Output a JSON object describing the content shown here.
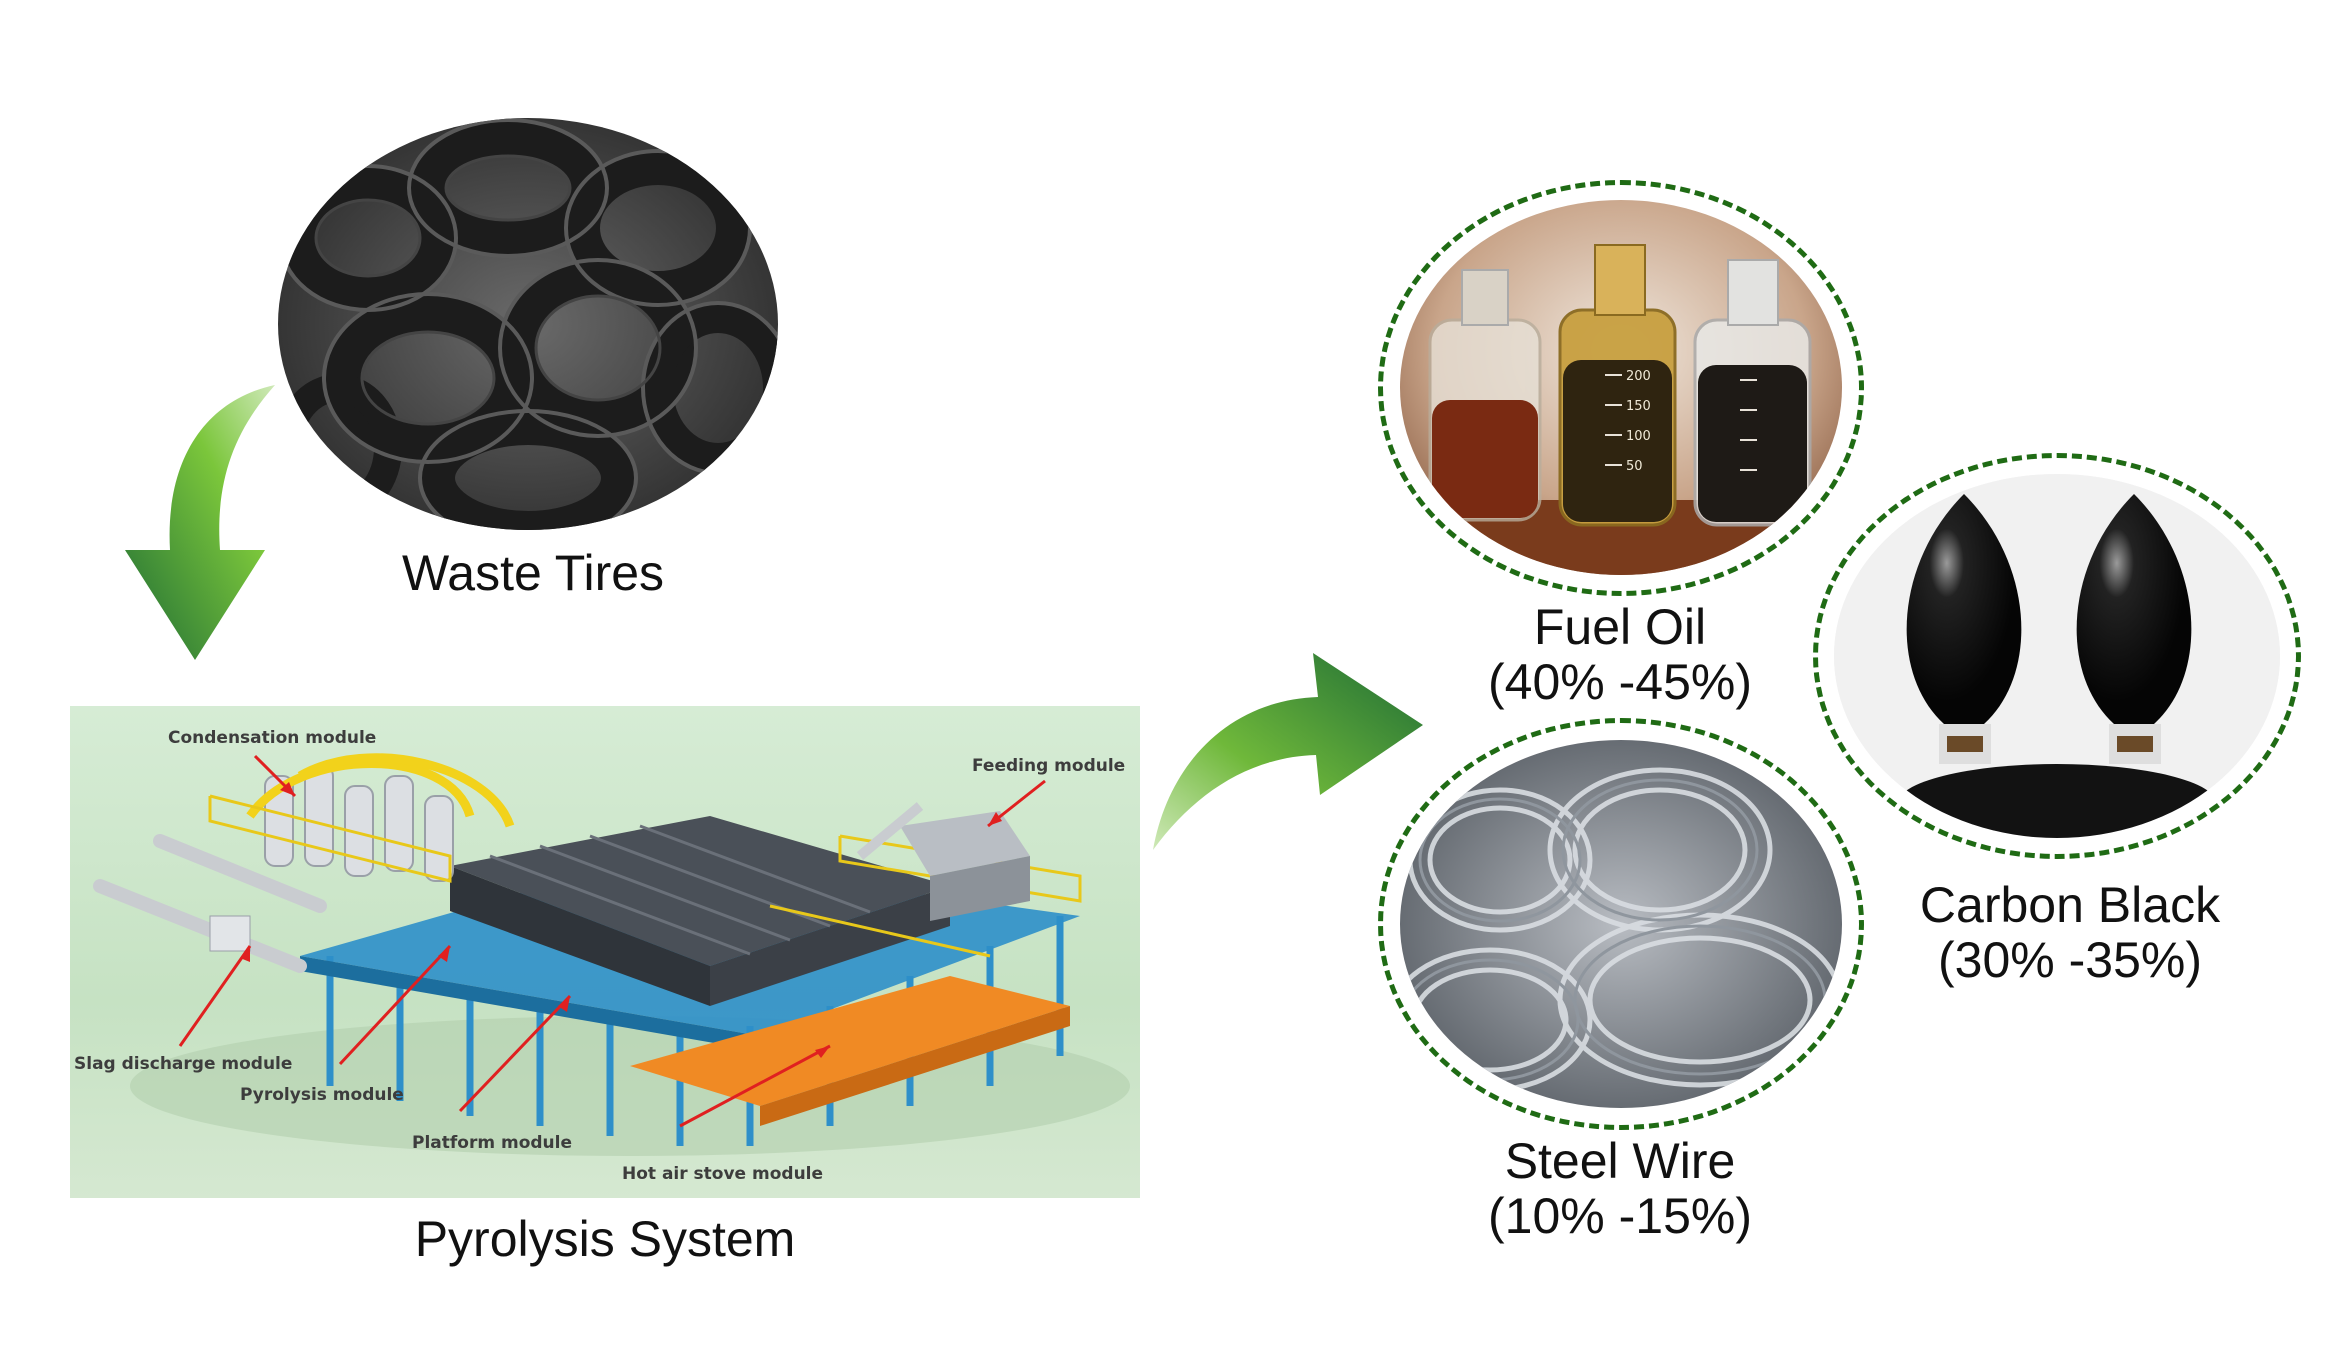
{
  "waste_tires": {
    "label": "Waste Tires"
  },
  "pyrolysis": {
    "label": "Pyrolysis System",
    "modules": {
      "condensation": "Condensation module",
      "feeding": "Feeding module",
      "slag_discharge": "Slag discharge module",
      "pyrolysis": "Pyrolysis module",
      "platform": "Platform module",
      "hot_air_stove": "Hot air stove module"
    }
  },
  "products": {
    "fuel_oil": {
      "name": "Fuel Oil",
      "share": "(40% -45%)",
      "bottle_marks": [
        "200",
        "150",
        "100",
        "50"
      ]
    },
    "carbon_black": {
      "name": "Carbon Black",
      "share": "(30% -35%)"
    },
    "steel_wire": {
      "name": "Steel Wire",
      "share": "(10% -15%)"
    }
  },
  "colors": {
    "arrow_green_light": "#7bc63b",
    "arrow_green_dark": "#1d6b35",
    "ring_green": "#1f6b14",
    "callout_red": "#e02020"
  }
}
